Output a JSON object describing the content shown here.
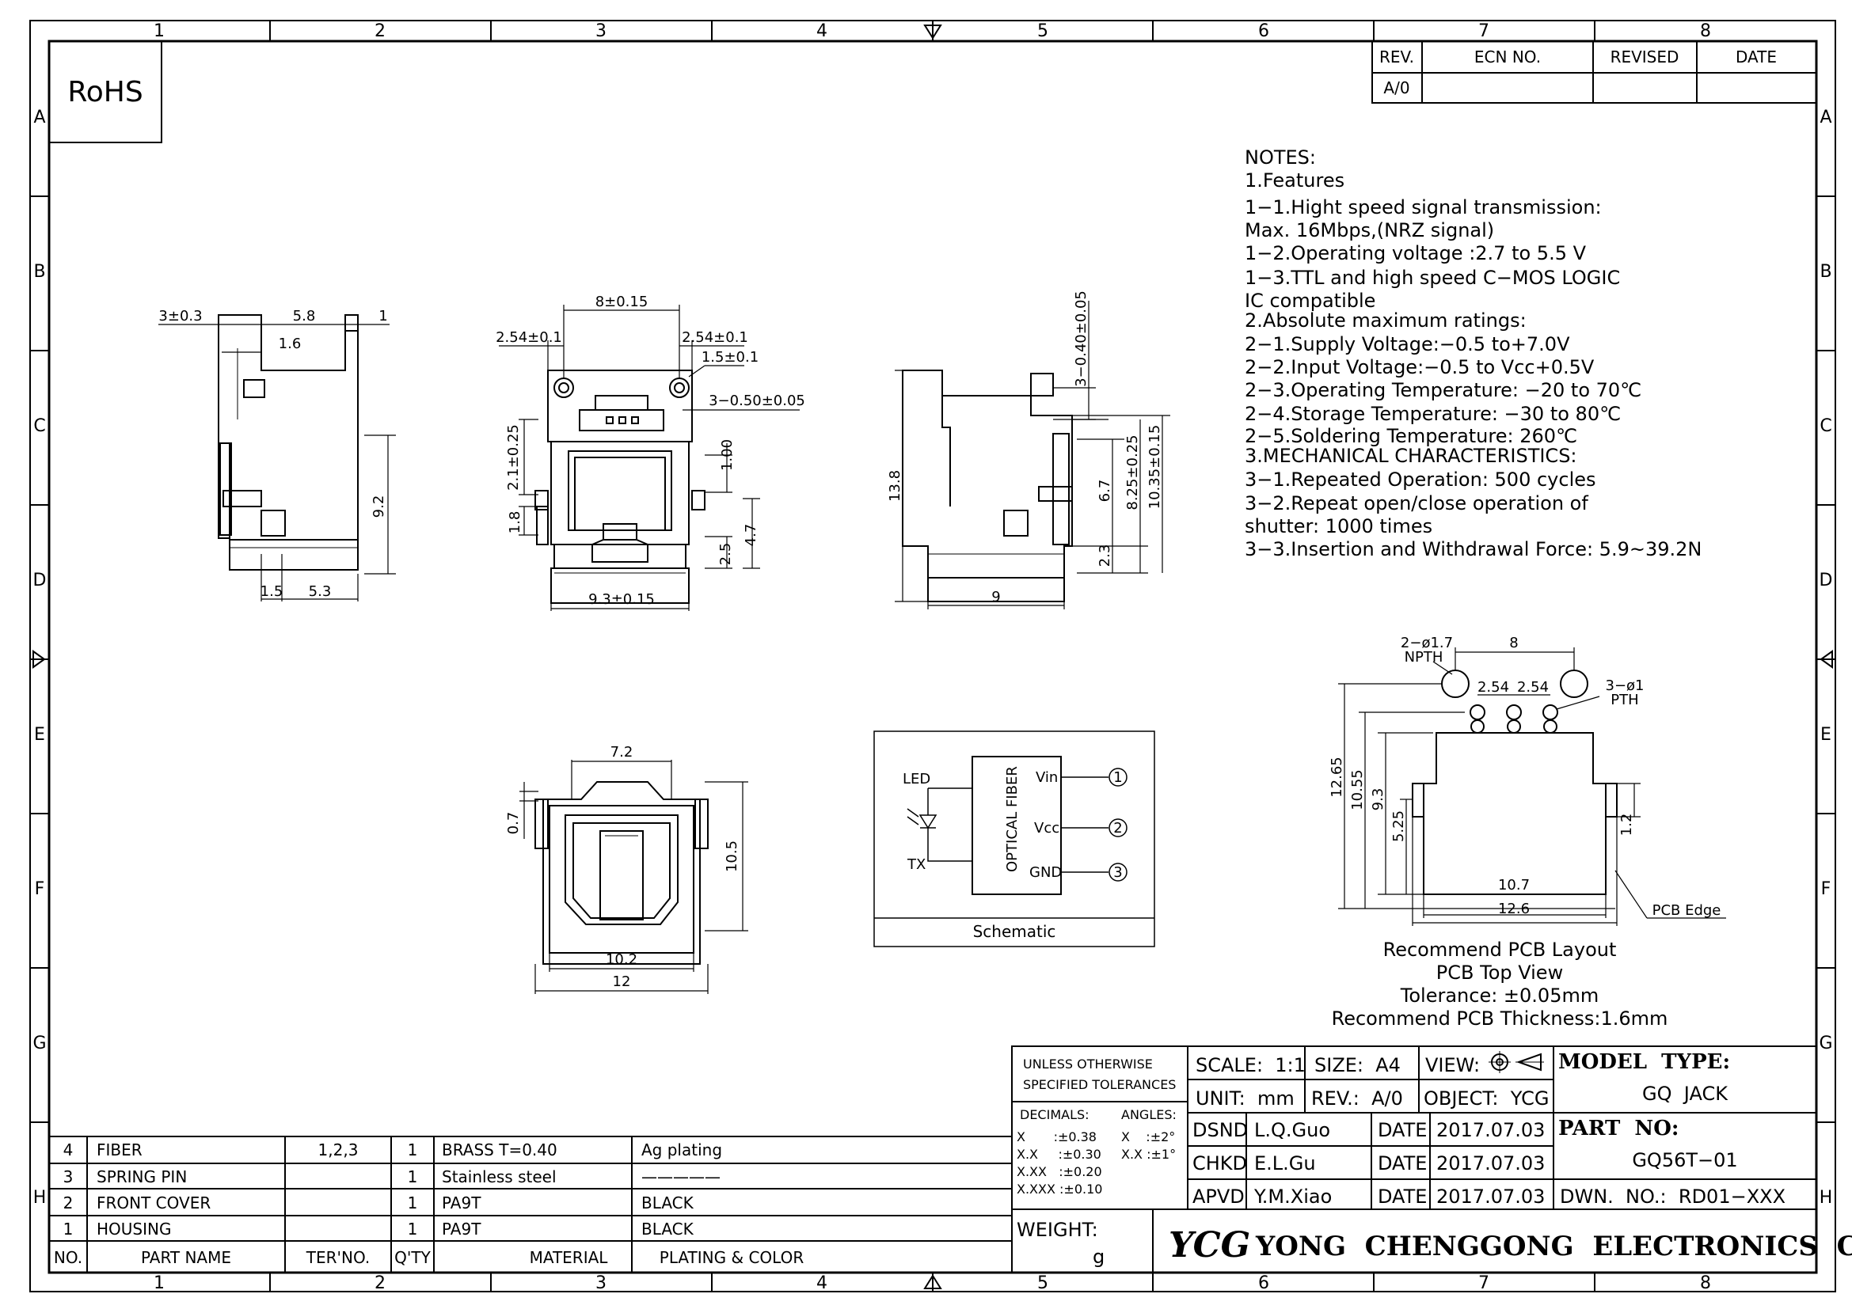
{
  "rohs": "RoHS",
  "border": {
    "cols": [
      "1",
      "2",
      "3",
      "4",
      "5",
      "6",
      "7",
      "8"
    ],
    "rows": [
      "A",
      "B",
      "C",
      "D",
      "E",
      "F",
      "G",
      "H"
    ]
  },
  "revision": {
    "headers": [
      "REV.",
      "ECN NO.",
      "REVISED",
      "DATE"
    ],
    "rev": "A/0"
  },
  "notes": [
    "NOTES:",
    "1.Features",
    "  1−1.Hight  speed  signal  transmission:",
    "       Max.  16Mbps,(NRZ  signal)",
    "  1−2.Operating  voltage  :2.7  to  5.5  V",
    "  1−3.TTL  and  high  speed  C−MOS  LOGIC",
    "       IC  compatible",
    "2.Absolute  maximum  ratings:",
    "  2−1.Supply  Voltage:−0.5  to+7.0V",
    "  2−2.Input  Voltage:−0.5  to  Vcc+0.5V",
    "  2−3.Operating  Temperature:  −20  to  70℃",
    "  2−4.Storage  Temperature:  −30  to  80℃",
    "  2−5.Soldering  Temperature:  260℃",
    "3.MECHANICAL  CHARACTERISTICS:",
    "  3−1.Repeated  Operation:  500  cycles",
    "  3−2.Repeat  open/close  operation  of",
    "        shutter:  1000  times",
    "  3−3.Insertion  and  Withdrawal  Force:  5.9~39.2N"
  ],
  "dims_side": {
    "d1": "3±0.3",
    "d2": "5.8",
    "d3": "1",
    "d4": "1.6",
    "d5": "9.2",
    "d6": "1.5",
    "d7": "5.3"
  },
  "dims_front": {
    "d1": "8±0.15",
    "d2": "2.54±0.1",
    "d3": "2.54±0.1",
    "d4": "1.5±0.1",
    "d5": "3−0.50±0.05",
    "d6": "2.1±0.25",
    "d7": "1.00",
    "d8": "1.8",
    "d9": "2.5",
    "d10": "4.7",
    "d11": "9.3±0.15"
  },
  "dims_right": {
    "d1": "3−0.40±0.05",
    "d2": "13.8",
    "d3": "6.7",
    "d4": "8.25±0.25",
    "d5": "10.35±0.15",
    "d6": "2.3",
    "d7": "9"
  },
  "dims_bottom": {
    "d1": "7.2",
    "d2": "0.7",
    "d3": "10.5",
    "d4": "10.2",
    "d5": "12"
  },
  "schematic": {
    "led": "LED",
    "tx": "TX",
    "fiber": "OPTICAL  FIBER",
    "vin": "Vin",
    "vcc": "Vcc",
    "gnd": "GND",
    "p1": "1",
    "p2": "2",
    "p3": "3",
    "caption": "Schematic"
  },
  "pcb": {
    "npth1": "2−ø1.7",
    "npth2": "NPTH",
    "d8": "8",
    "d254a": "2.54",
    "d254b": "2.54",
    "pth1": "3−ø1",
    "pth2": "PTH",
    "h1265": "12.65",
    "h1055": "10.55",
    "h93": "9.3",
    "h525": "5.25",
    "h12": "1.2",
    "w107": "10.7",
    "w126": "12.6",
    "edge": "PCB  Edge",
    "caption": [
      "Recommend  PCB  Layout",
      "PCB  Top  View",
      "Tolerance:  ±0.05mm",
      "Recommend  PCB  Thickness:1.6mm"
    ]
  },
  "title_block": {
    "tol1": "UNLESS  OTHERWISE",
    "tol2": "SPECIFIED  TOLERANCES",
    "decimals": "DECIMALS:",
    "angles": "ANGLES:",
    "tx": "X       :±0.38",
    "txx": "X.X     :±0.30",
    "txxx": "X.XX   :±0.20",
    "txxxx": "X.XXX :±0.10",
    "ax": "X    :±2°",
    "axx": "X.X :±1°",
    "weight": "WEIGHT:",
    "weight_unit": "g",
    "scale": "SCALE:  1:1",
    "size": "SIZE:  A4",
    "view": "VIEW:",
    "unit": "UNIT:  mm",
    "rev": "REV.:  A/0",
    "object": "OBJECT:  YCG",
    "dsnd": "DSND",
    "dsnd_name": "L.Q.Guo",
    "chkd": "CHKD",
    "chkd_name": "E.L.Gu",
    "apvd": "APVD",
    "apvd_name": "Y.M.Xiao",
    "date_label": "DATE",
    "date": "2017.07.03",
    "model_label": "MODEL  TYPE:",
    "model": "GQ  JACK",
    "part_label": "PART  NO:",
    "part": "GQ56T−01",
    "dwn": "DWN.  NO.:  RD01−XXX",
    "logo": "YCG",
    "company": "YONG  CHENGGONG  ELECTRONICS  CO.,LTD."
  },
  "bom": {
    "header": {
      "no": "NO.",
      "name": "PART  NAME",
      "ter": "TER'NO.",
      "qty": "Q'TY",
      "mat": "MATERIAL",
      "plating": "PLATING  &  COLOR"
    },
    "rows": [
      {
        "no": "4",
        "name": "FIBER",
        "ter": "1,2,3",
        "qty": "1",
        "mat": "BRASS    T=0.40",
        "plating": "Ag  plating"
      },
      {
        "no": "3",
        "name": "SPRING  PIN",
        "ter": "",
        "qty": "1",
        "mat": "Stainless  steel",
        "plating": "—————"
      },
      {
        "no": "2",
        "name": "FRONT  COVER",
        "ter": "",
        "qty": "1",
        "mat": "PA9T",
        "plating": "BLACK"
      },
      {
        "no": "1",
        "name": "HOUSING",
        "ter": "",
        "qty": "1",
        "mat": "PA9T",
        "plating": "BLACK"
      }
    ]
  }
}
